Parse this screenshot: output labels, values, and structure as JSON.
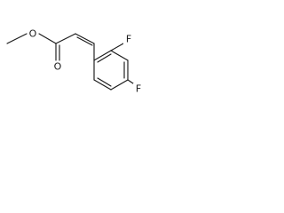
{
  "molecule": {
    "atoms": {
      "ether_oxygen": "O",
      "carbonyl_oxygen": "O",
      "fluorine_ortho": "F",
      "fluorine_para": "F"
    },
    "colors": {
      "bond": "#1a1a1a",
      "label": "#1a1a1a",
      "background": "#ffffff"
    }
  }
}
